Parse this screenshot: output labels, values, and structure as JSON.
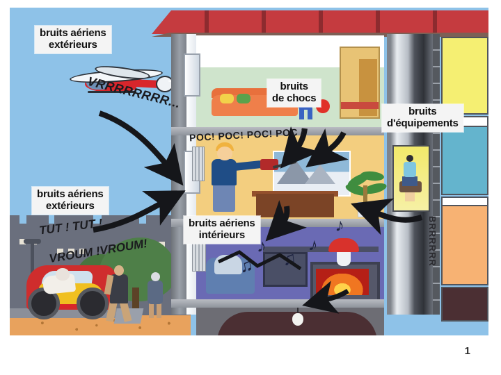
{
  "slide": {
    "page_number": "1"
  },
  "illustration": {
    "title_alt": "Coupe d'un immeuble illustrant les differents types de bruits",
    "labels": [
      {
        "id": "aerial-exterior-top",
        "line1": "bruits aériens",
        "line2": "extérieurs"
      },
      {
        "id": "impact-noise",
        "line1": "bruits",
        "line2": "de chocs"
      },
      {
        "id": "equipment-noise",
        "line1": "bruits",
        "line2": "d'équipements"
      },
      {
        "id": "aerial-exterior-bottom",
        "line1": "bruits aériens",
        "line2": "extérieurs"
      },
      {
        "id": "aerial-interior",
        "line1": "bruits aériens",
        "line2": "intérieurs"
      }
    ],
    "onomatopoeia": [
      {
        "id": "helicopter",
        "text": "VRRRRRRRR..."
      },
      {
        "id": "impact",
        "text": "POC! POC! POC! POC ! "
      },
      {
        "id": "horn",
        "text": "TUT ! TUT !"
      },
      {
        "id": "engine",
        "text": "VROUM !VROUM!"
      },
      {
        "id": "elevator",
        "text": "BRRRRRR"
      }
    ],
    "scene_items": {
      "helicopter": "helicopter-icon",
      "motorbike": "motorbike-icon",
      "car": "car-icon",
      "pedestrian_a": "pedestrian-icon",
      "pedestrian_b": "pedestrian-icon",
      "tree": "tree-icon",
      "street_lamp": "street-lamp-icon",
      "sofa": "sofa-icon",
      "child_with_ball": "child-icon",
      "bookshelf": "bookshelf-icon",
      "man_drilling": "man-drilling-icon",
      "framed_picture": "framed-picture-icon",
      "desk": "desk-icon",
      "palm_plant": "palm-plant-icon",
      "armchair_tv": "armchair-icon",
      "fireplace": "fireplace-icon",
      "table_lamp": "table-lamp-icon",
      "elevator_woman": "elevator-woman-icon",
      "radiator": "radiator-icon",
      "cellar_bulb": "light-bulb-icon",
      "music_notes": "music-note-icon",
      "noise_arrows": "arrow-icon"
    },
    "colors": {
      "sky": "#8ec2e8",
      "roof": "#c53b3f",
      "living_room": "#cfe4cc",
      "middle_room": "#f3ce7f",
      "blue_room": "#6a6ab4",
      "ground": "#e8a25d",
      "label_bg": "#f4f4f4",
      "right_room_yellow": "#f5ef72",
      "right_room_blue": "#64b4cd",
      "right_room_orange": "#f7b273",
      "right_room_dark": "#4b2f33"
    }
  }
}
